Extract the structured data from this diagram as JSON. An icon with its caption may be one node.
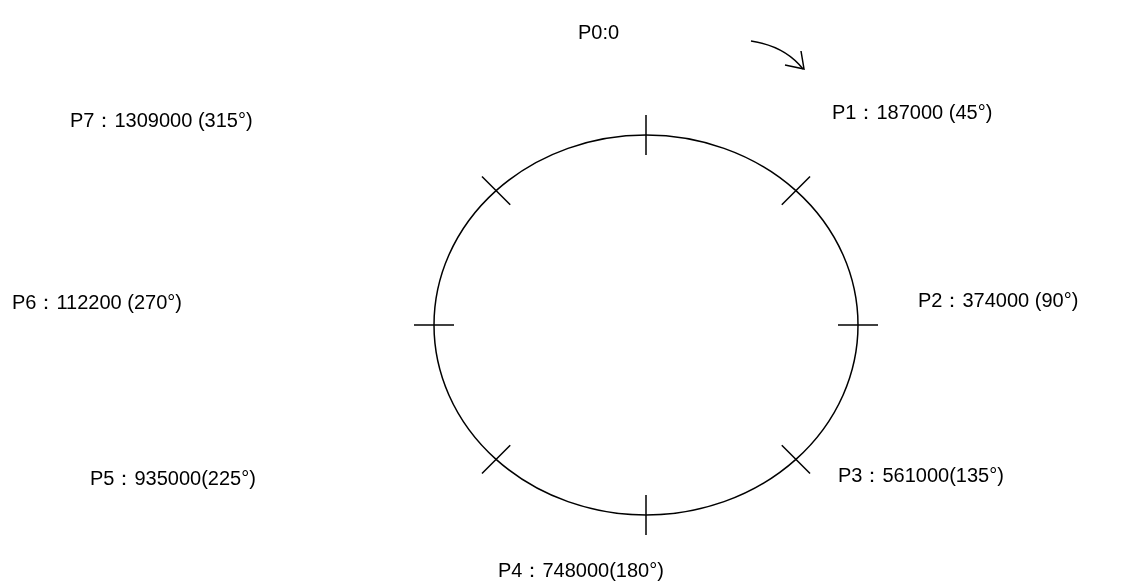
{
  "diagram": {
    "labels": [
      "P0:0",
      "P7：1309000 (315°)",
      "P1：187000 (45°)",
      "P6：112200 (270°)",
      "P2：374000 (90°)",
      "P5：935000(225°)",
      "P3：561000(135°)",
      "P4：748000(180°)"
    ]
  }
}
